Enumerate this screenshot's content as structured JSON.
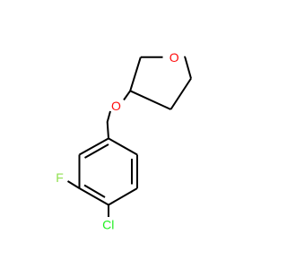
{
  "molecule": {
    "atoms": {
      "ring_oxygen": {
        "symbol": "O",
        "color": "#ff0d0d"
      },
      "ether_oxygen": {
        "symbol": "O",
        "color": "#ff0d0d"
      },
      "fluorine": {
        "symbol": "F",
        "color": "#90e050"
      },
      "chlorine": {
        "symbol": "Cl",
        "color": "#1ff01f"
      }
    },
    "bond_color": "#000000"
  }
}
